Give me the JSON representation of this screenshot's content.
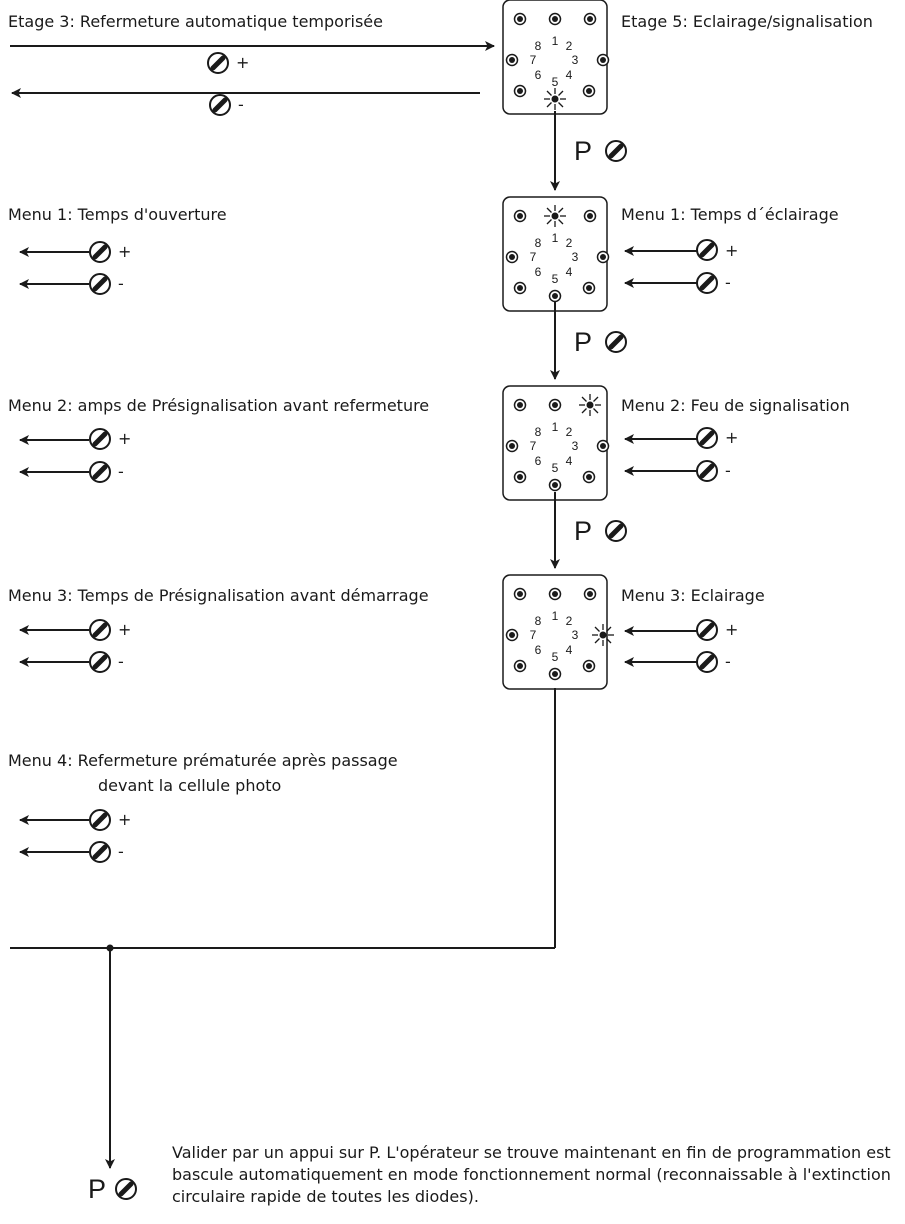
{
  "stage3": {
    "title": "Etage 3: Refermeture automatique temporisée",
    "plus": "+",
    "minus": "-"
  },
  "stage5": {
    "title": "Etage 5: Eclairage/signalisation"
  },
  "p_key_label": "P",
  "left_menus": [
    {
      "title": "Menu 1: Temps d'ouverture",
      "plus": "+",
      "minus": "-"
    },
    {
      "title": "Menu 2: amps de Présignalisation avant refermeture",
      "plus": "+",
      "minus": "-"
    },
    {
      "title": "Menu 3: Temps de Présignalisation avant démarrage",
      "plus": "+",
      "minus": "-"
    },
    {
      "title": "Menu 4: Refermeture prématurée après passage",
      "title_line2": "devant la cellule photo",
      "plus": "+",
      "minus": "-"
    }
  ],
  "right_menus": [
    {
      "title": "Menu 1: Temps d´éclairage",
      "plus": "+",
      "minus": "-"
    },
    {
      "title": "Menu 2: Feu de signalisation",
      "plus": "+",
      "minus": "-"
    },
    {
      "title": "Menu 3: Eclairage",
      "plus": "+",
      "minus": "-"
    }
  ],
  "led_numbers": [
    "1",
    "2",
    "3",
    "4",
    "5",
    "6",
    "7",
    "8"
  ],
  "panels": [
    {
      "active_led": "5"
    },
    {
      "active_led": "1"
    },
    {
      "active_led": "2"
    },
    {
      "active_led": "3"
    }
  ],
  "final": {
    "p_label": "P",
    "text": "Valider par un appui sur P. L'opérateur se trouve maintenant en fin de programmation est bascule automatiquement en mode fonctionnement normal (reconnaissable à l'extinction circulaire rapide de toutes les diodes)."
  },
  "colors": {
    "ink": "#1a1a1a",
    "background": "#ffffff"
  }
}
